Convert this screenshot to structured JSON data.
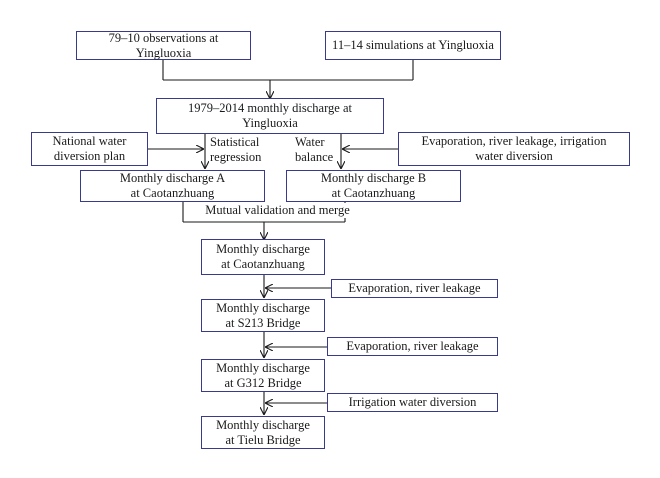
{
  "nodes": {
    "obs_yingluoxia": "79–10 observations at Yingluoxia",
    "sim_yingluoxia": "11–14 simulations at Yingluoxia",
    "monthly_yingluoxia": "1979–2014 monthly discharge at\nYingluoxia",
    "national_plan": "National water\ndiversion plan",
    "evap_leak_irrig": "Evaporation, river leakage, irrigation\nwater diversion",
    "discharge_a": "Monthly discharge A\nat Caotanzhuang",
    "discharge_b": "Monthly discharge B\nat Caotanzhuang",
    "caotanzhuang": "Monthly discharge\nat Caotanzhuang",
    "evap_leak_1": "Evaporation, river leakage",
    "s213": "Monthly discharge\nat S213 Bridge",
    "evap_leak_2": "Evaporation, river leakage",
    "g312": "Monthly discharge\nat G312 Bridge",
    "irrigation": "Irrigation water diversion",
    "tielu": "Monthly discharge\nat Tielu Bridge"
  },
  "edge_labels": {
    "statistical_regression": "Statistical\nregression",
    "water_balance": "Water\nbalance",
    "mutual_validation": "Mutual validation and merge"
  }
}
